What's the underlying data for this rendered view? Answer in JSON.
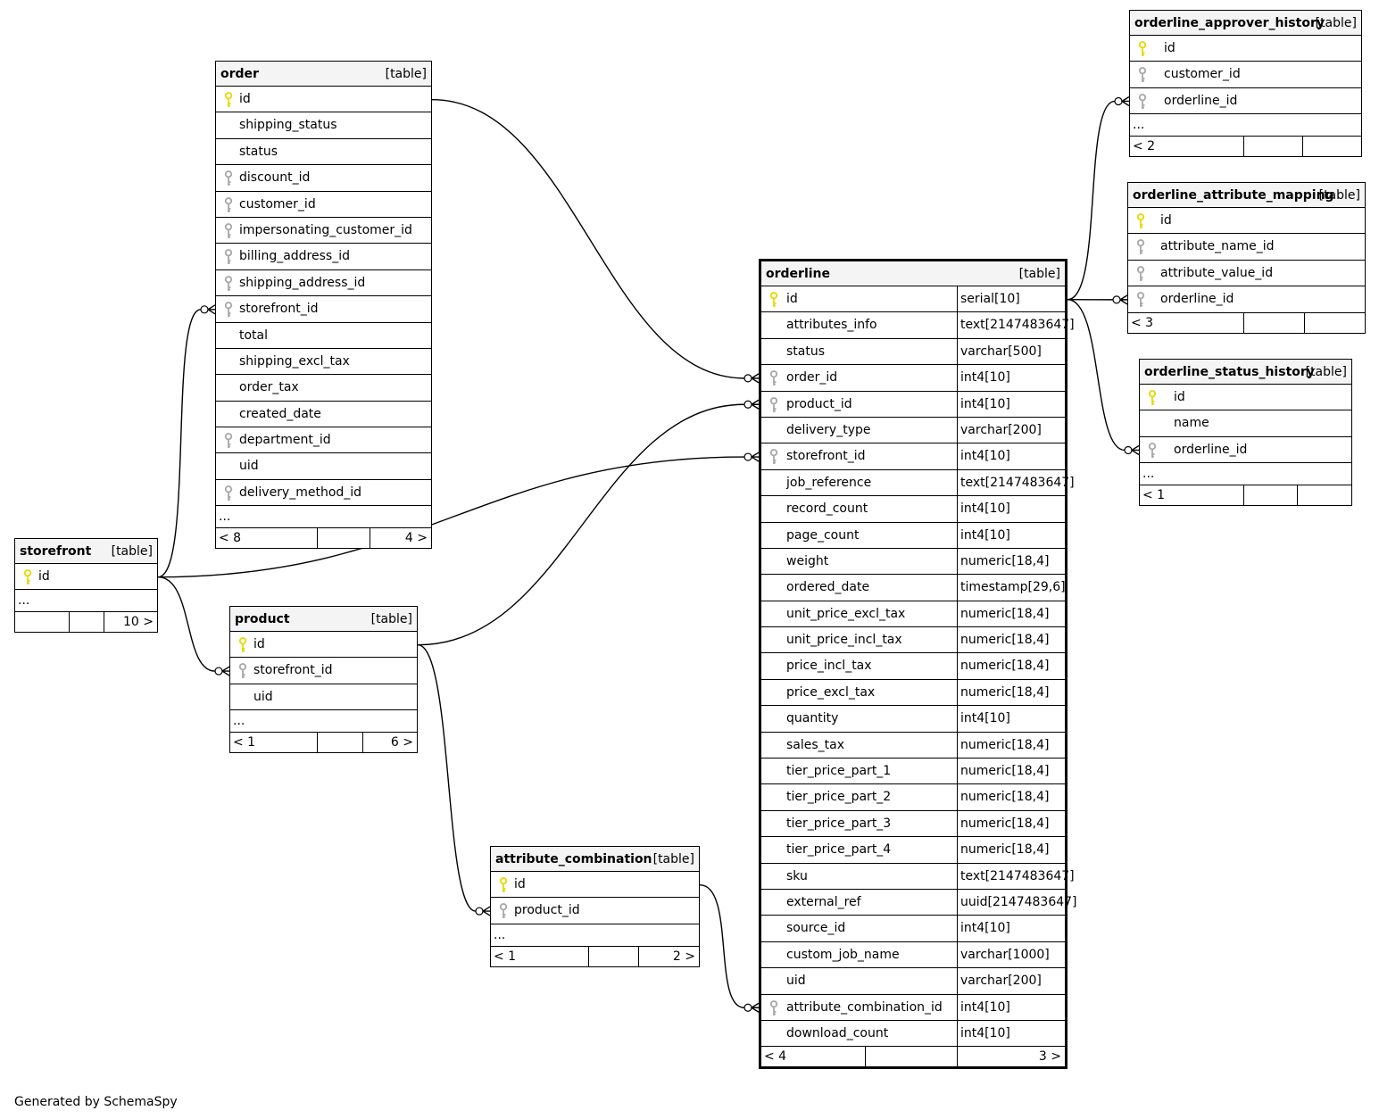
{
  "footer_note": "Generated by SchemaSpy",
  "table_tag": "[table]",
  "more_marker": "...",
  "tables": [
    {
      "id": "order",
      "name": "order",
      "main": false,
      "columns": [
        {
          "name": "id",
          "key": "pk"
        },
        {
          "name": "shipping_status",
          "key": ""
        },
        {
          "name": "status",
          "key": ""
        },
        {
          "name": "discount_id",
          "key": "fk"
        },
        {
          "name": "customer_id",
          "key": "fk"
        },
        {
          "name": "impersonating_customer_id",
          "key": "fk"
        },
        {
          "name": "billing_address_id",
          "key": "fk"
        },
        {
          "name": "shipping_address_id",
          "key": "fk"
        },
        {
          "name": "storefront_id",
          "key": "fk"
        },
        {
          "name": "total",
          "key": ""
        },
        {
          "name": "shipping_excl_tax",
          "key": ""
        },
        {
          "name": "order_tax",
          "key": ""
        },
        {
          "name": "created_date",
          "key": ""
        },
        {
          "name": "department_id",
          "key": "fk"
        },
        {
          "name": "uid",
          "key": ""
        },
        {
          "name": "delivery_method_id",
          "key": "fk"
        }
      ],
      "has_more": true,
      "footer": {
        "left": "< 8",
        "middle": "",
        "right": "4 >"
      }
    },
    {
      "id": "storefront",
      "name": "storefront",
      "main": false,
      "columns": [
        {
          "name": "id",
          "key": "pk"
        }
      ],
      "has_more": true,
      "footer": {
        "left": "",
        "middle": "",
        "right": "10 >"
      }
    },
    {
      "id": "product",
      "name": "product",
      "main": false,
      "columns": [
        {
          "name": "id",
          "key": "pk"
        },
        {
          "name": "storefront_id",
          "key": "fk"
        },
        {
          "name": "uid",
          "key": ""
        }
      ],
      "has_more": true,
      "footer": {
        "left": "< 1",
        "middle": "",
        "right": "6 >"
      }
    },
    {
      "id": "attribute_combination",
      "name": "attribute_combination",
      "main": false,
      "columns": [
        {
          "name": "id",
          "key": "pk"
        },
        {
          "name": "product_id",
          "key": "fk"
        }
      ],
      "has_more": true,
      "footer": {
        "left": "< 1",
        "middle": "",
        "right": "2 >"
      }
    },
    {
      "id": "orderline",
      "name": "orderline",
      "main": true,
      "columns": [
        {
          "name": "id",
          "key": "pk",
          "type": "serial[10]"
        },
        {
          "name": "attributes_info",
          "key": "",
          "type": "text[2147483647]"
        },
        {
          "name": "status",
          "key": "",
          "type": "varchar[500]"
        },
        {
          "name": "order_id",
          "key": "fk",
          "type": "int4[10]"
        },
        {
          "name": "product_id",
          "key": "fk",
          "type": "int4[10]"
        },
        {
          "name": "delivery_type",
          "key": "",
          "type": "varchar[200]"
        },
        {
          "name": "storefront_id",
          "key": "fk",
          "type": "int4[10]"
        },
        {
          "name": "job_reference",
          "key": "",
          "type": "text[2147483647]"
        },
        {
          "name": "record_count",
          "key": "",
          "type": "int4[10]"
        },
        {
          "name": "page_count",
          "key": "",
          "type": "int4[10]"
        },
        {
          "name": "weight",
          "key": "",
          "type": "numeric[18,4]"
        },
        {
          "name": "ordered_date",
          "key": "",
          "type": "timestamp[29,6]"
        },
        {
          "name": "unit_price_excl_tax",
          "key": "",
          "type": "numeric[18,4]"
        },
        {
          "name": "unit_price_incl_tax",
          "key": "",
          "type": "numeric[18,4]"
        },
        {
          "name": "price_incl_tax",
          "key": "",
          "type": "numeric[18,4]"
        },
        {
          "name": "price_excl_tax",
          "key": "",
          "type": "numeric[18,4]"
        },
        {
          "name": "quantity",
          "key": "",
          "type": "int4[10]"
        },
        {
          "name": "sales_tax",
          "key": "",
          "type": "numeric[18,4]"
        },
        {
          "name": "tier_price_part_1",
          "key": "",
          "type": "numeric[18,4]"
        },
        {
          "name": "tier_price_part_2",
          "key": "",
          "type": "numeric[18,4]"
        },
        {
          "name": "tier_price_part_3",
          "key": "",
          "type": "numeric[18,4]"
        },
        {
          "name": "tier_price_part_4",
          "key": "",
          "type": "numeric[18,4]"
        },
        {
          "name": "sku",
          "key": "",
          "type": "text[2147483647]"
        },
        {
          "name": "external_ref",
          "key": "",
          "type": "uuid[2147483647]"
        },
        {
          "name": "source_id",
          "key": "",
          "type": "int4[10]"
        },
        {
          "name": "custom_job_name",
          "key": "",
          "type": "varchar[1000]"
        },
        {
          "name": "uid",
          "key": "",
          "type": "varchar[200]"
        },
        {
          "name": "attribute_combination_id",
          "key": "fk",
          "type": "int4[10]"
        },
        {
          "name": "download_count",
          "key": "",
          "type": "int4[10]"
        }
      ],
      "has_more": false,
      "footer": {
        "left": "< 4",
        "middle": "",
        "right": "3 >"
      }
    },
    {
      "id": "orderline_approver_history",
      "name": "orderline_approver_history",
      "main": false,
      "columns": [
        {
          "name": "id",
          "key": "pk"
        },
        {
          "name": "customer_id",
          "key": "fk"
        },
        {
          "name": "orderline_id",
          "key": "fk"
        }
      ],
      "has_more": true,
      "footer": {
        "left": "< 2",
        "middle": "",
        "right": ""
      }
    },
    {
      "id": "orderline_attribute_mapping",
      "name": "orderline_attribute_mapping",
      "main": false,
      "columns": [
        {
          "name": "id",
          "key": "pk"
        },
        {
          "name": "attribute_name_id",
          "key": "fk"
        },
        {
          "name": "attribute_value_id",
          "key": "fk"
        },
        {
          "name": "orderline_id",
          "key": "fk"
        }
      ],
      "has_more": false,
      "footer": {
        "left": "< 3",
        "middle": "",
        "right": ""
      }
    },
    {
      "id": "orderline_status_history",
      "name": "orderline_status_history",
      "main": false,
      "columns": [
        {
          "name": "id",
          "key": "pk"
        },
        {
          "name": "name",
          "key": ""
        },
        {
          "name": "orderline_id",
          "key": "fk"
        }
      ],
      "has_more": true,
      "footer": {
        "left": "< 1",
        "middle": "",
        "right": ""
      }
    }
  ],
  "relationships": [
    {
      "from": "order.id",
      "to": "orderline.order_id"
    },
    {
      "from": "product.id",
      "to": "orderline.product_id"
    },
    {
      "from": "storefront.id",
      "to": "orderline.storefront_id"
    },
    {
      "from": "storefront.id",
      "to": "order.storefront_id"
    },
    {
      "from": "storefront.id",
      "to": "product.storefront_id"
    },
    {
      "from": "product.id",
      "to": "attribute_combination.product_id"
    },
    {
      "from": "attribute_combination.id",
      "to": "orderline.attribute_combination_id"
    },
    {
      "from": "orderline.id",
      "to": "orderline_approver_history.orderline_id"
    },
    {
      "from": "orderline.id",
      "to": "orderline_attribute_mapping.orderline_id"
    },
    {
      "from": "orderline.id",
      "to": "orderline_status_history.orderline_id"
    }
  ],
  "colors": {
    "pk_key": "#e8d800",
    "fk_key": "#a8a8a8",
    "header_bg": "#f4f4f4",
    "line": "#000000"
  }
}
